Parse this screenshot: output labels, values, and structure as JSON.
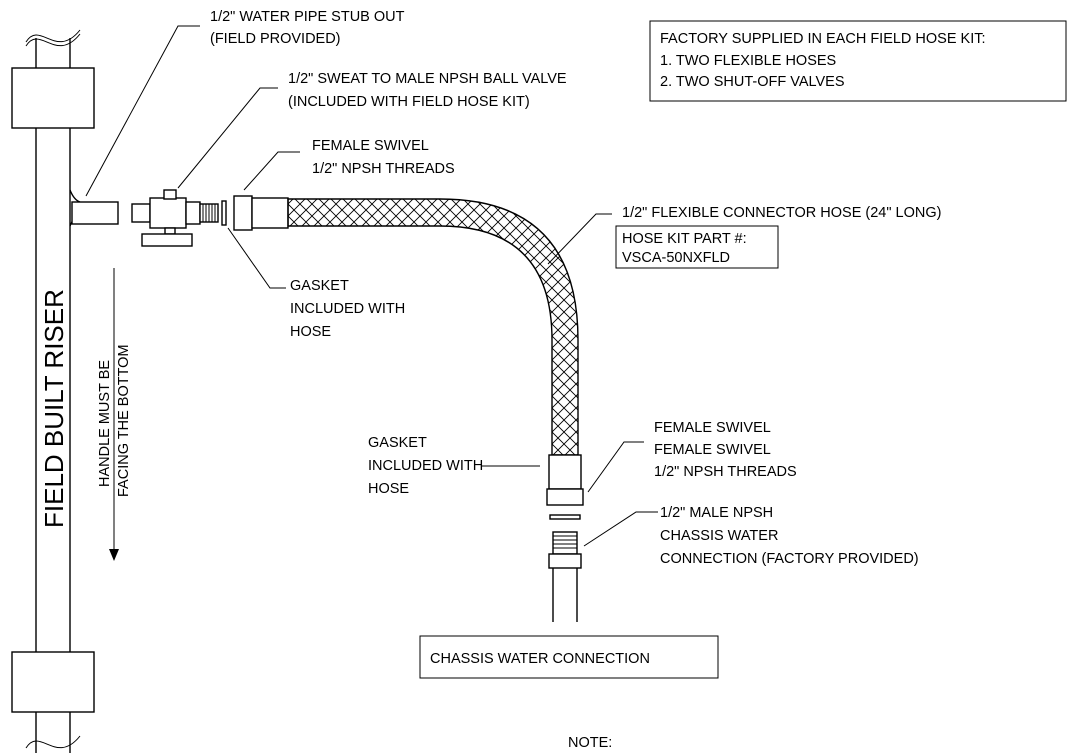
{
  "labels": {
    "stub_line1": "1/2\"  WATER PIPE STUB OUT",
    "stub_line2": "(FIELD PROVIDED)",
    "valve_line1": "1/2\" SWEAT TO MALE NPSH BALL VALVE",
    "valve_line2": "(INCLUDED WITH FIELD HOSE KIT)",
    "swivel_top_line1": "FEMALE SWIVEL",
    "swivel_top_line2": "1/2\"  NPSH THREADS",
    "hose_line": "1/2\"  FLEXIBLE CONNECTOR HOSE (24\" LONG)",
    "part_line1": "HOSE KIT PART #:",
    "part_line2": "VSCA-50NXFLD",
    "gasket_top_line1": "GASKET",
    "gasket_top_line2": "INCLUDED WITH",
    "gasket_top_line3": "HOSE",
    "gasket_bottom_line1": "GASKET",
    "gasket_bottom_line2": "INCLUDED WITH",
    "gasket_bottom_line3": "HOSE",
    "swivel_bottom_line1": "FEMALE SWIVEL",
    "swivel_bottom_line2": "FEMALE SWIVEL",
    "swivel_bottom_line3": "1/2\" NPSH THREADS",
    "male_line1": "1/2\" MALE NPSH",
    "male_line2": "CHASSIS WATER",
    "male_line3": "CONNECTION (FACTORY PROVIDED)",
    "riser_label": "FIELD BUILT RISER",
    "handle_line1": "HANDLE MUST BE",
    "handle_line2": "FACING THE BOTTOM",
    "chassis_box": "CHASSIS WATER CONNECTION",
    "note": "NOTE:"
  },
  "factory_box": {
    "title": "FACTORY SUPPLIED IN EACH FIELD HOSE KIT:",
    "items": [
      "1. TWO FLEXIBLE HOSES",
      "2. TWO SHUT-OFF VALVES"
    ]
  }
}
